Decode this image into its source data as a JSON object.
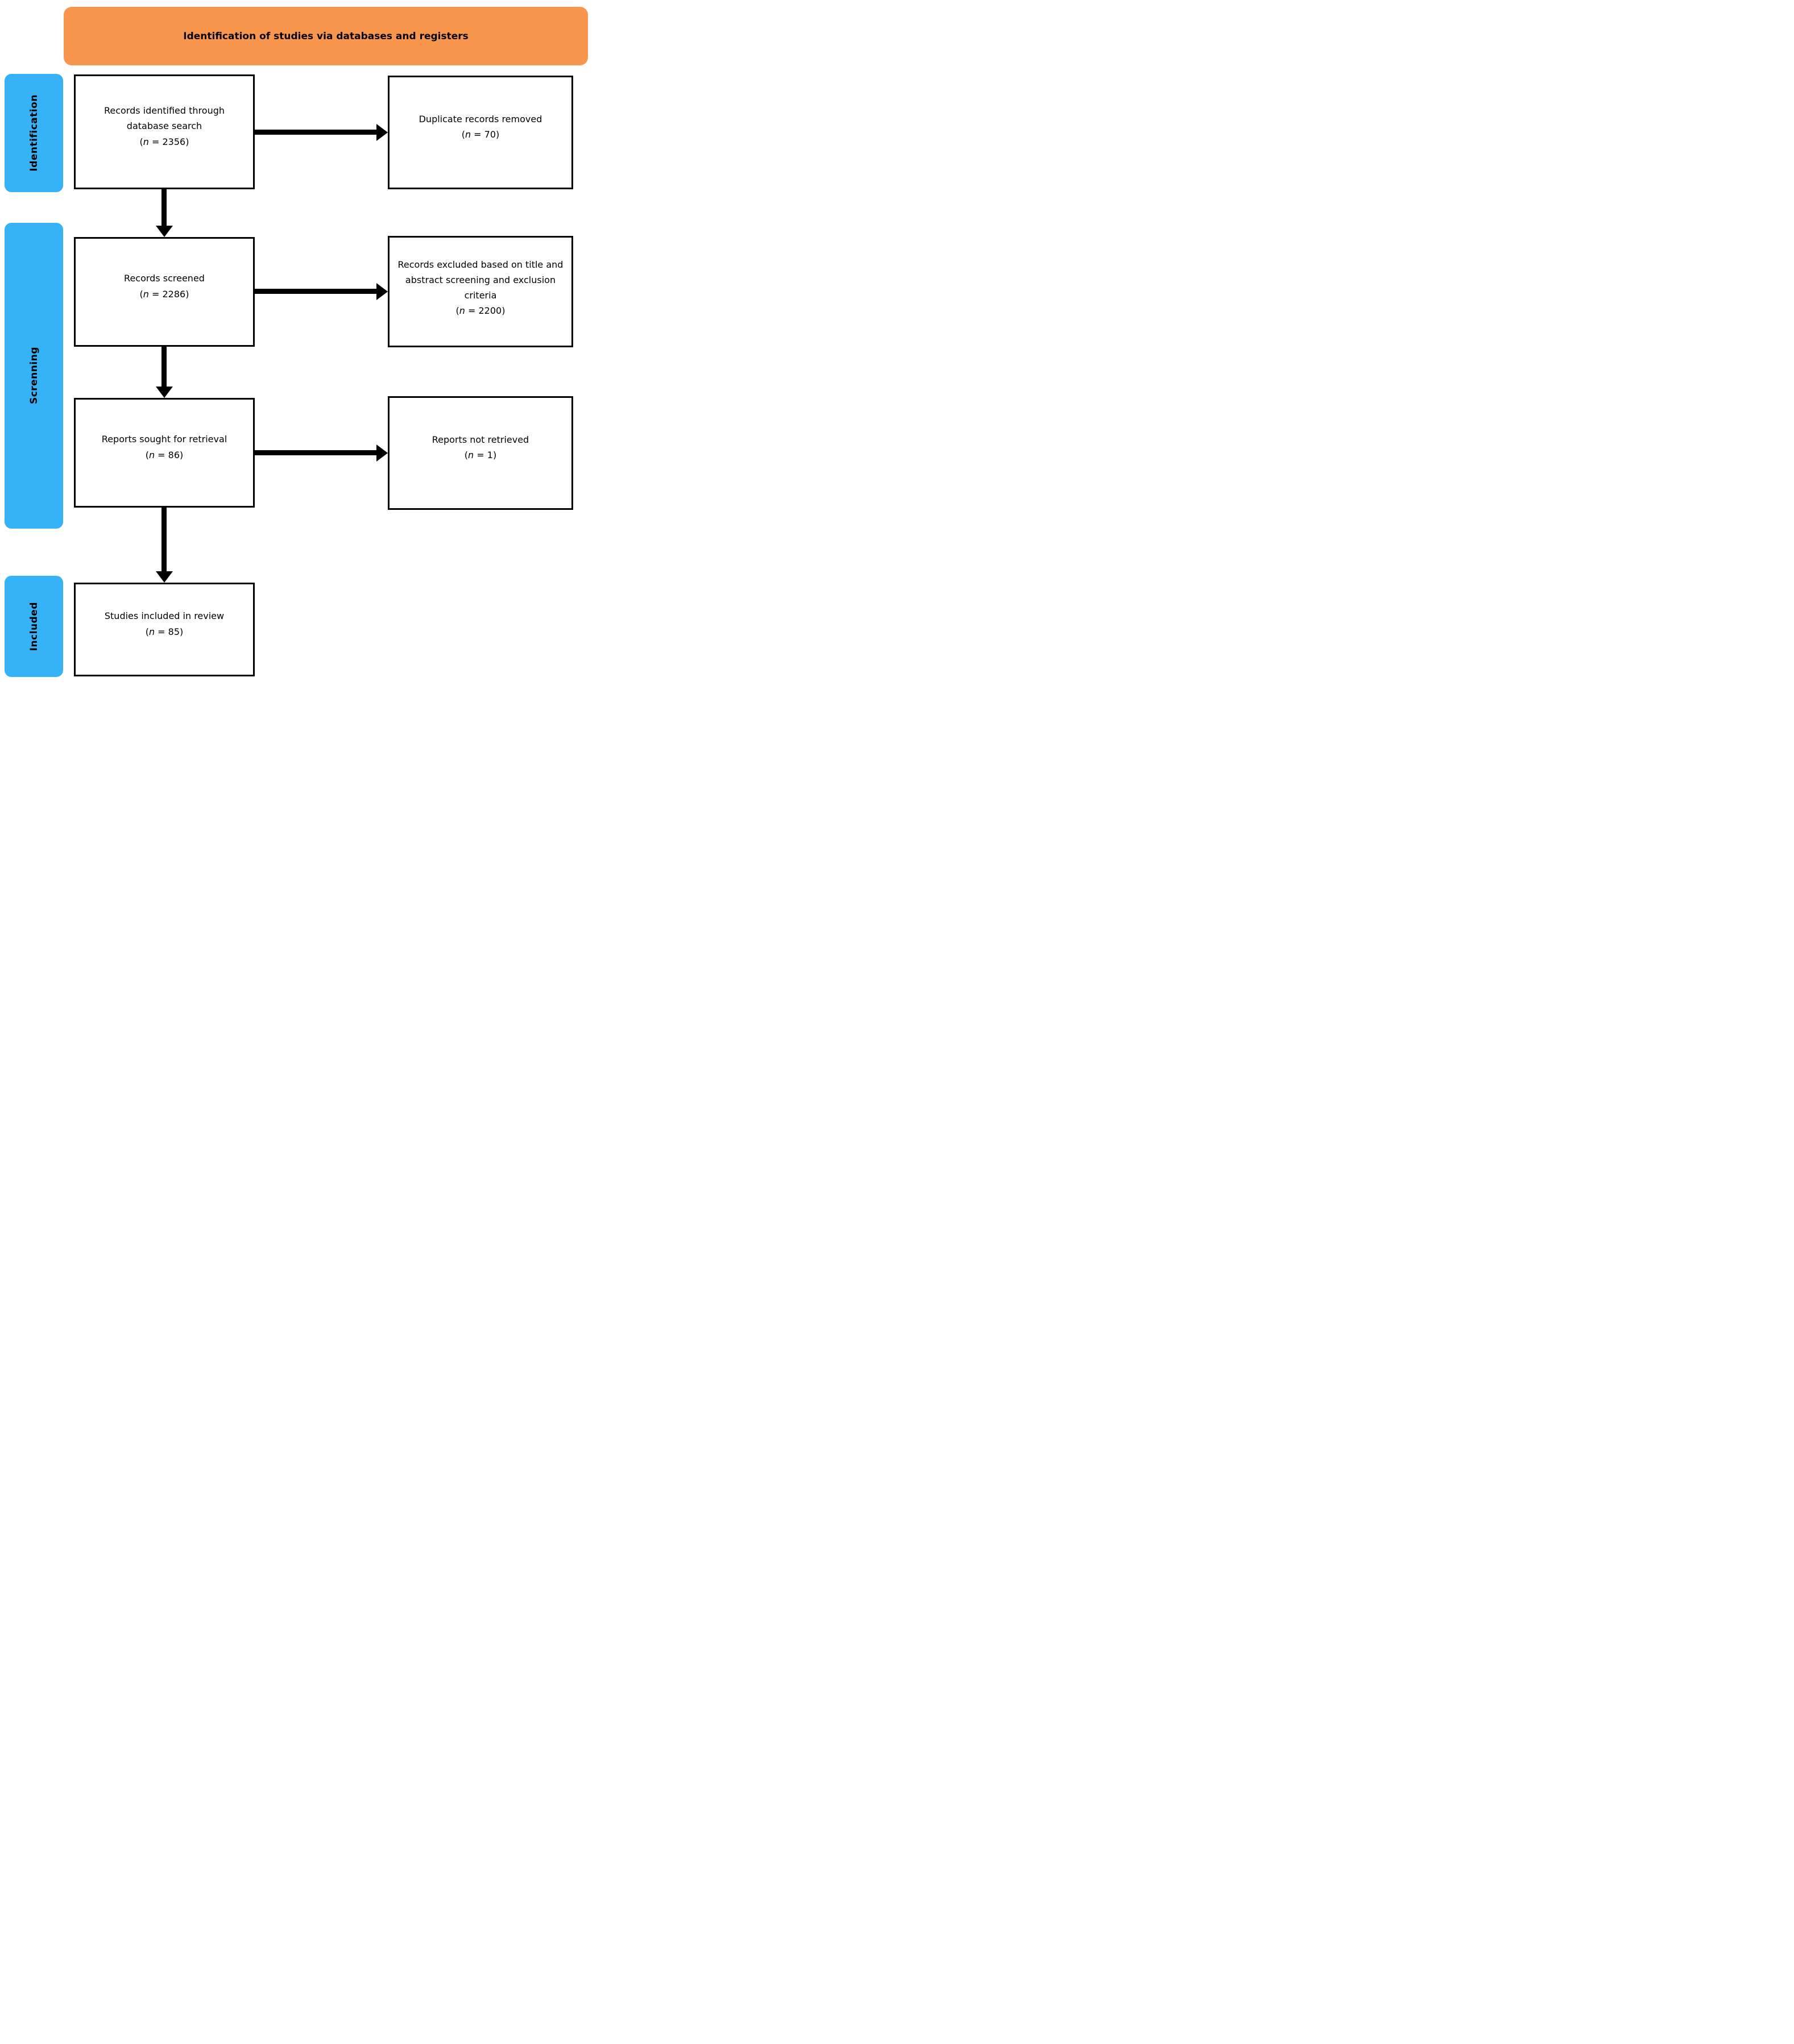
{
  "colors": {
    "header_bg": "#F8964E",
    "stage_bg": "#36B3F7",
    "box_border": "#000000",
    "arrow": "#000000",
    "text": "#000000"
  },
  "header": {
    "title": "Identification of studies via databases and registers"
  },
  "stages": [
    {
      "label": "Identification"
    },
    {
      "label": "Screnning"
    },
    {
      "label": "Included"
    }
  ],
  "boxes": [
    {
      "name": "records-identified",
      "text": "Records identified through database search",
      "count": {
        "open": "(",
        "n": "n",
        "rest": " = 2356)"
      }
    },
    {
      "name": "duplicates-removed",
      "text": "Duplicate records removed",
      "count": {
        "open": "(",
        "n": "n",
        "rest": " = 70)"
      }
    },
    {
      "name": "records-screened",
      "text": "Records screened",
      "count": {
        "open": "(",
        "n": "n",
        "rest": " = 2286)"
      }
    },
    {
      "name": "records-excluded",
      "text": "Records excluded based on title and abstract screening and exclusion criteria",
      "count": {
        "open": "(",
        "n": "n",
        "rest": " = 2200)"
      }
    },
    {
      "name": "reports-sought",
      "text": "Reports sought for retrieval",
      "count": {
        "open": "(",
        "n": "n",
        "rest": " = 86)"
      }
    },
    {
      "name": "reports-not-retrieved",
      "text": "Reports not retrieved",
      "count": {
        "open": "(",
        "n": "n",
        "rest": " = 1)"
      }
    },
    {
      "name": "studies-included",
      "text": "Studies included in review",
      "count": {
        "open": "(",
        "n": "n",
        "rest": " = 85)"
      }
    }
  ]
}
